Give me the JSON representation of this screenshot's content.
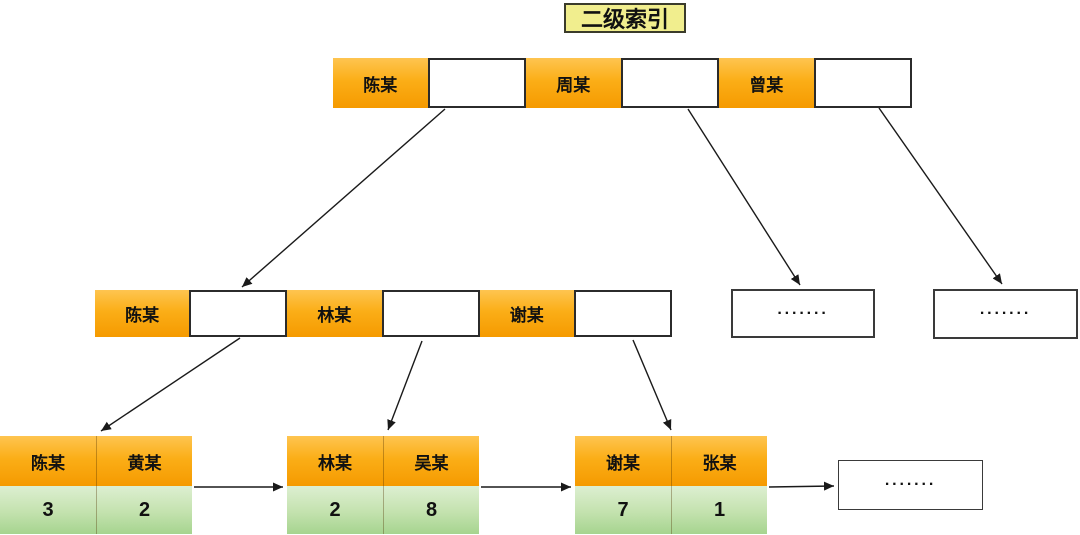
{
  "title": "二级索引",
  "ellipsis": "·······",
  "root_node": {
    "keys": [
      "陈某",
      "周某",
      "曾某"
    ]
  },
  "internal_node": {
    "keys": [
      "陈某",
      "林某",
      "谢某"
    ]
  },
  "leaf_nodes": [
    {
      "keys": [
        "陈某",
        "黄某"
      ],
      "values": [
        "3",
        "2"
      ]
    },
    {
      "keys": [
        "林某",
        "吴某"
      ],
      "values": [
        "2",
        "8"
      ]
    },
    {
      "keys": [
        "谢某",
        "张某"
      ],
      "values": [
        "7",
        "1"
      ]
    }
  ],
  "colors": {
    "key_cell_top": "#fec550",
    "key_cell_bottom": "#f59a00",
    "value_cell_top": "#ddefd1",
    "value_cell_bottom": "#a6d48f",
    "title_bg": "#f1ee8e",
    "title_border": "#3b3b2b",
    "arrow": "#1a1a1a",
    "pointer_border": "#2b2b2b"
  }
}
